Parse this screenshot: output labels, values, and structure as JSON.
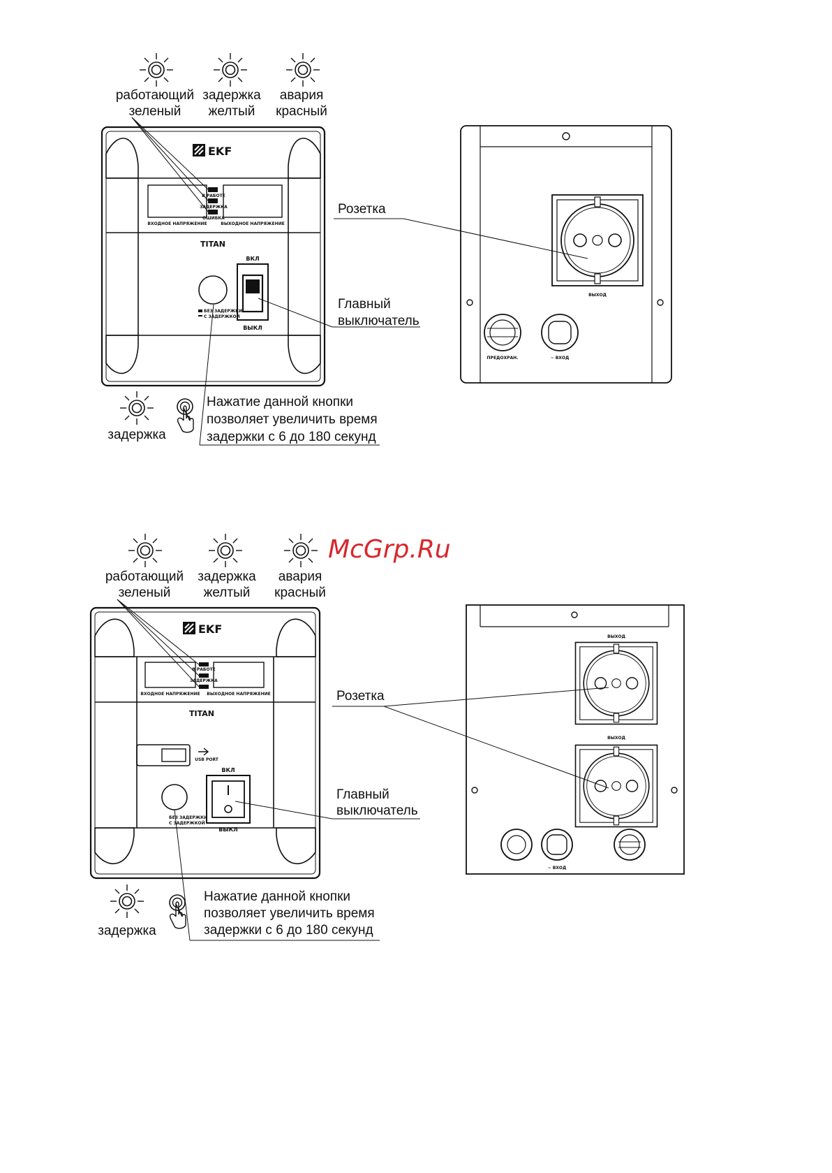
{
  "watermark": "McGrp.Ru",
  "brand": "EKF",
  "model": "TITAN",
  "leds": {
    "working": {
      "name": "работающий",
      "color": "зеленый"
    },
    "delay": {
      "name": "задержка",
      "color": "желтый"
    },
    "alarm": {
      "name": "авария",
      "color": "красный"
    }
  },
  "panel_labels": {
    "led_working": "В РАБОТЕ",
    "led_delay": "ЗАДЕРЖКА",
    "led_error": "ОШИБКА",
    "input_voltage": "ВХОДНОЕ НАПРЯЖЕНИЕ",
    "output_voltage": "ВЫХОДНОЕ НАПРЯЖЕНИЕ",
    "switch_on": "ВКЛ",
    "switch_off": "ВЫКЛ",
    "no_delay": "БЕЗ ЗАДЕРЖКИ",
    "with_delay": "С ЗАДЕРЖКОЙ",
    "usb": "USB PORT"
  },
  "rear_labels": {
    "output": "ВЫХОД",
    "fuse": "ПРЕДОХРАН.",
    "input": "~ ВХОД"
  },
  "callouts": {
    "socket": "Розетка",
    "main_switch_line1": "Главный",
    "main_switch_line2": "выключатель",
    "delay_label": "задержка",
    "button_note_line1": "Нажатие данной кнопки",
    "button_note_line2": "позволяет увеличить время",
    "button_note_line3": "задержки с 6 до 180 секунд"
  },
  "colors": {
    "line": "#111111",
    "watermark": "#d9262c"
  }
}
